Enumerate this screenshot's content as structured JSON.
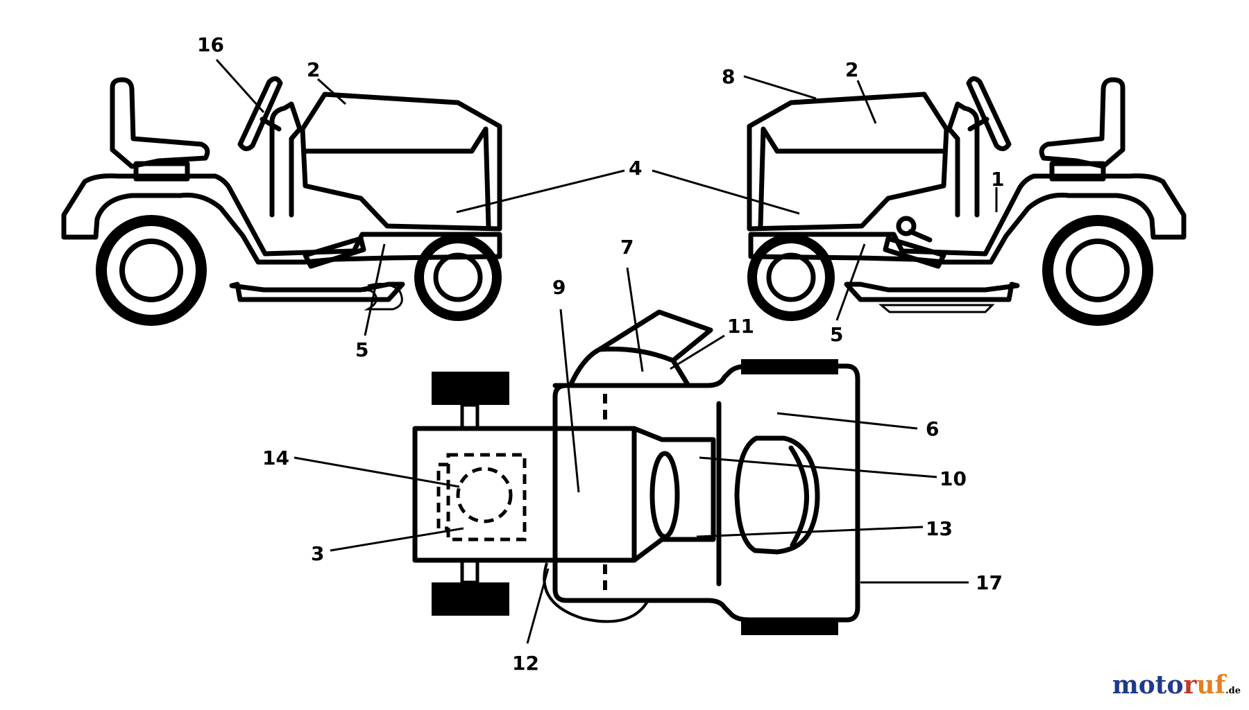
{
  "diagram": {
    "callouts": {
      "c1": "1",
      "c2_left": "2",
      "c2_right": "2",
      "c3": "3",
      "c4": "4",
      "c5_left": "5",
      "c5_right": "5",
      "c6": "6",
      "c7": "7",
      "c8": "8",
      "c9": "9",
      "c10": "10",
      "c11": "11",
      "c12": "12",
      "c13": "13",
      "c14": "14",
      "c16": "16",
      "c17": "17"
    }
  },
  "watermark": {
    "text": "motoruf",
    "tld": ".de",
    "colors": {
      "m": "#1f3a8c",
      "o1": "#1f3a8c",
      "t": "#1f3a8c",
      "o2": "#1f3a8c",
      "r": "#c0392b",
      "u": "#e67e22",
      "f": "#e67e22"
    }
  }
}
